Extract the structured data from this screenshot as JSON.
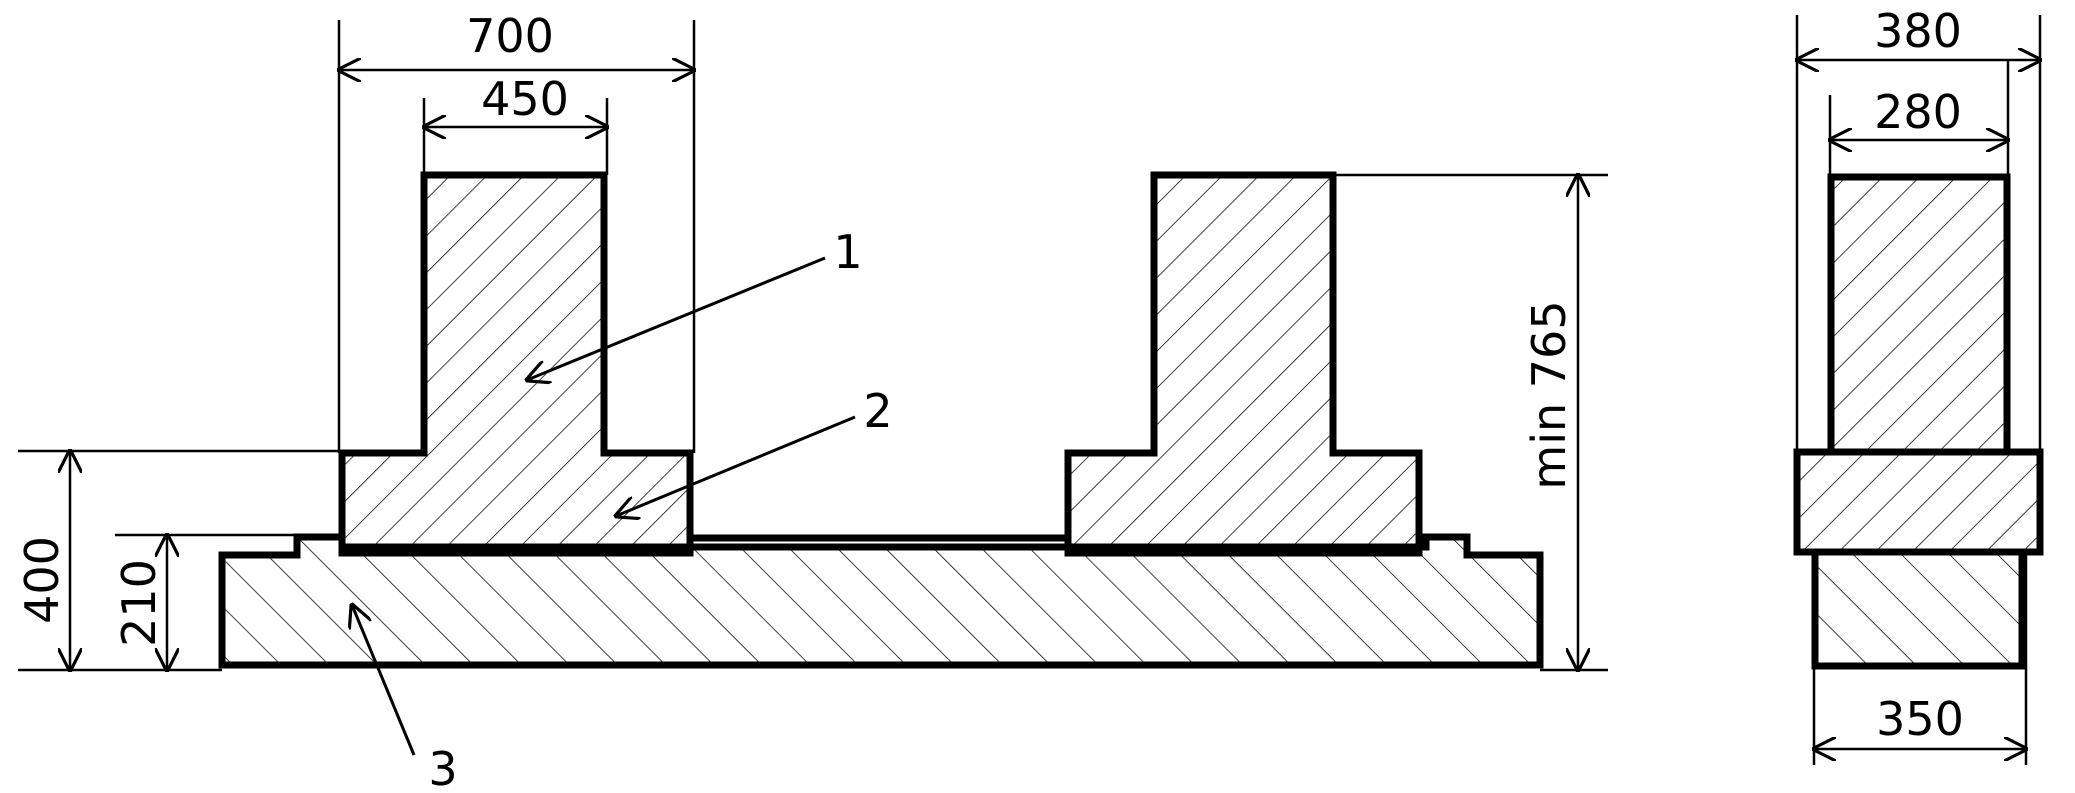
{
  "dimensions": {
    "top_outer": "700",
    "top_inner": "450",
    "left_outer": "400",
    "left_inner": "210",
    "height": "min 765",
    "right_top_outer": "380",
    "right_top_inner": "280",
    "right_bottom": "350"
  },
  "callouts": {
    "c1": "1",
    "c2": "2",
    "c3": "3"
  },
  "colors": {
    "stroke": "#000000",
    "background": "#ffffff"
  }
}
